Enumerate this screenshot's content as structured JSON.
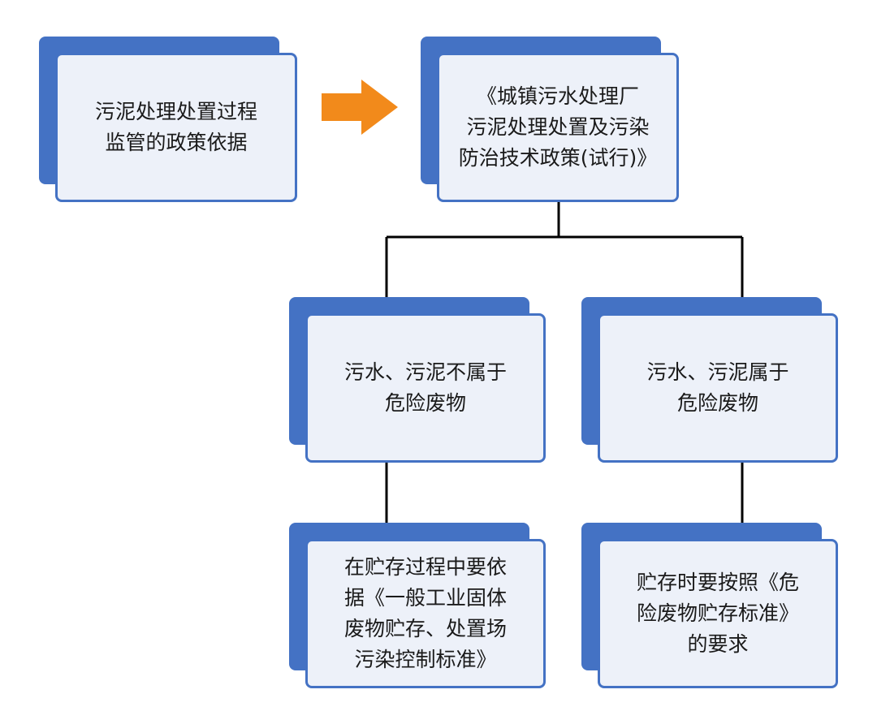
{
  "colors": {
    "box_fill": "#edf1f9",
    "box_border": "#4472c4",
    "arrow": "#f28a1b",
    "line": "#000000"
  },
  "nodes": {
    "basis": "污泥处理处置过程\n监管的政策依据",
    "policy": "《城镇污水处理厂\n污泥处理处置及污染\n防治技术政策(试行)》",
    "not_hazardous": "污水、污泥不属于\n危险废物",
    "hazardous": "污水、污泥属于\n危险废物",
    "general_storage": "在贮存过程中要依\n据《一般工业固体\n废物贮存、处置场\n污染控制标准》",
    "hazardous_storage": "贮存时要按照《危\n险废物贮存标准》\n的要求"
  }
}
